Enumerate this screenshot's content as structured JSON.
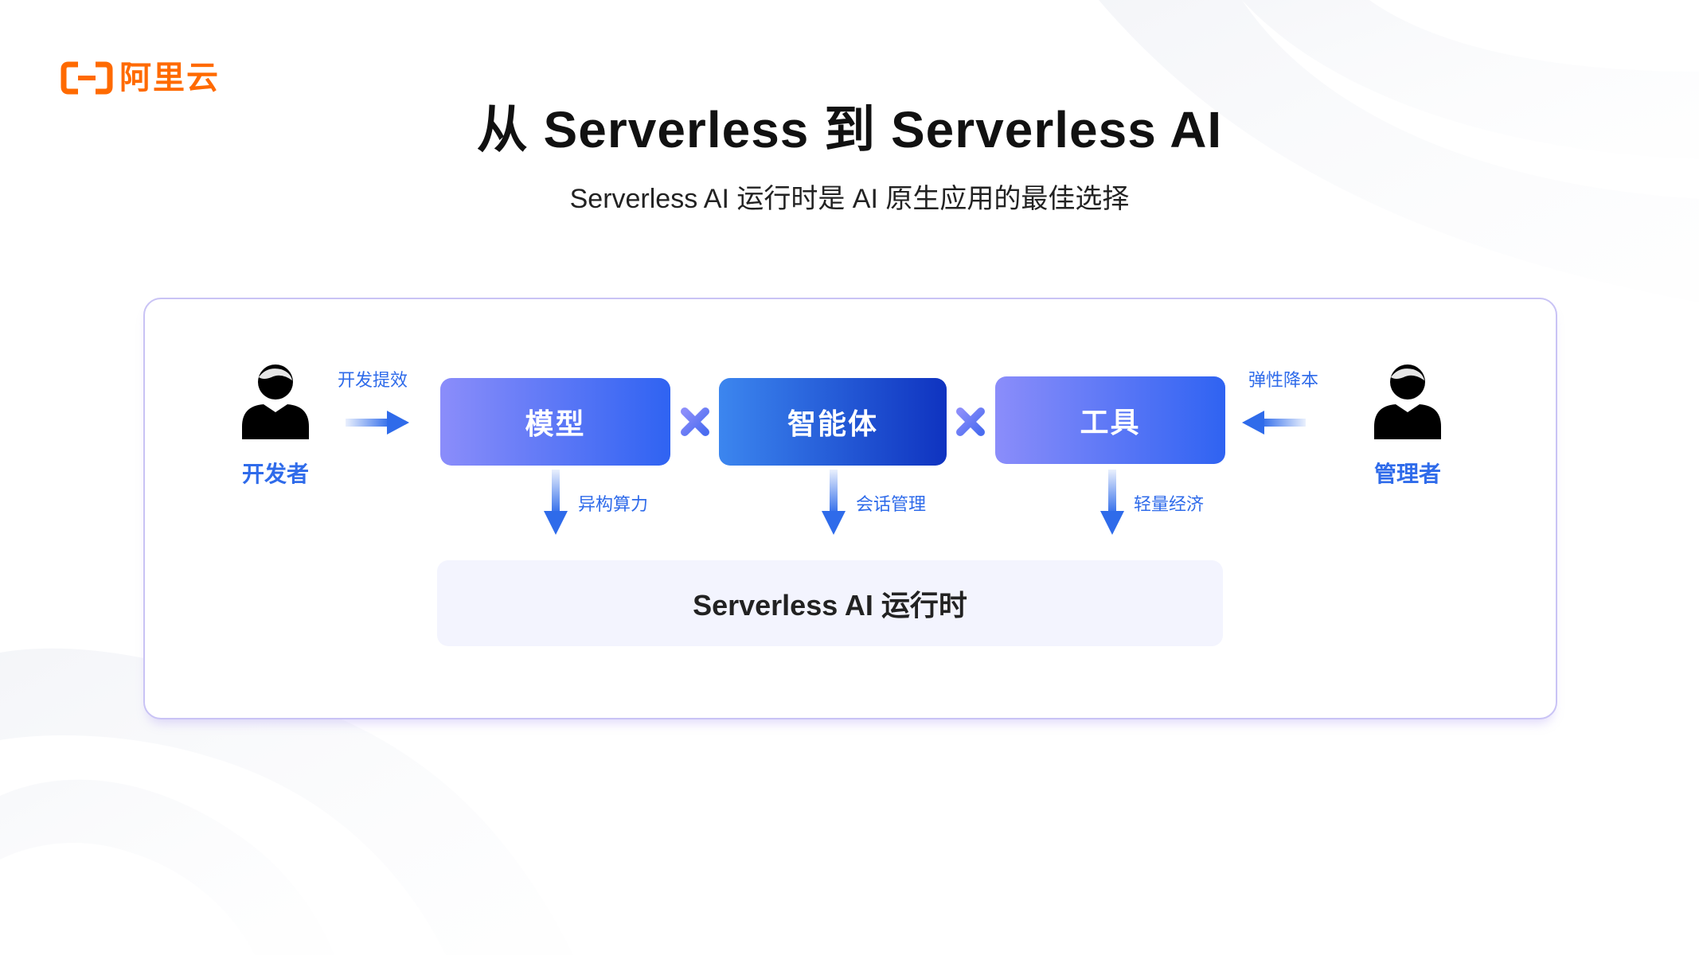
{
  "brand": {
    "logo_text": "阿里云",
    "color": "#ff6a00"
  },
  "title": "从 Serverless 到 Serverless AI",
  "subtitle": "Serverless AI 运行时是 AI 原生应用的最佳选择",
  "diagram": {
    "left_actor": {
      "label": "开发者",
      "note": "开发提效",
      "icon": "person-icon"
    },
    "right_actor": {
      "label": "管理者",
      "note": "弹性降本",
      "icon": "person-icon"
    },
    "boxes": [
      {
        "label": "模型",
        "down_note": "异构算力"
      },
      {
        "label": "智能体",
        "down_note": "会话管理"
      },
      {
        "label": "工具",
        "down_note": "轻量经济"
      }
    ],
    "connector_icon": "cross-icon",
    "runtime": "Serverless AI 运行时"
  },
  "colors": {
    "accent_blue": "#2f6bea",
    "deep_blue": "#0f33c0",
    "panel_border": "#c9c3f5",
    "runtime_bg": "#f3f4fe"
  }
}
